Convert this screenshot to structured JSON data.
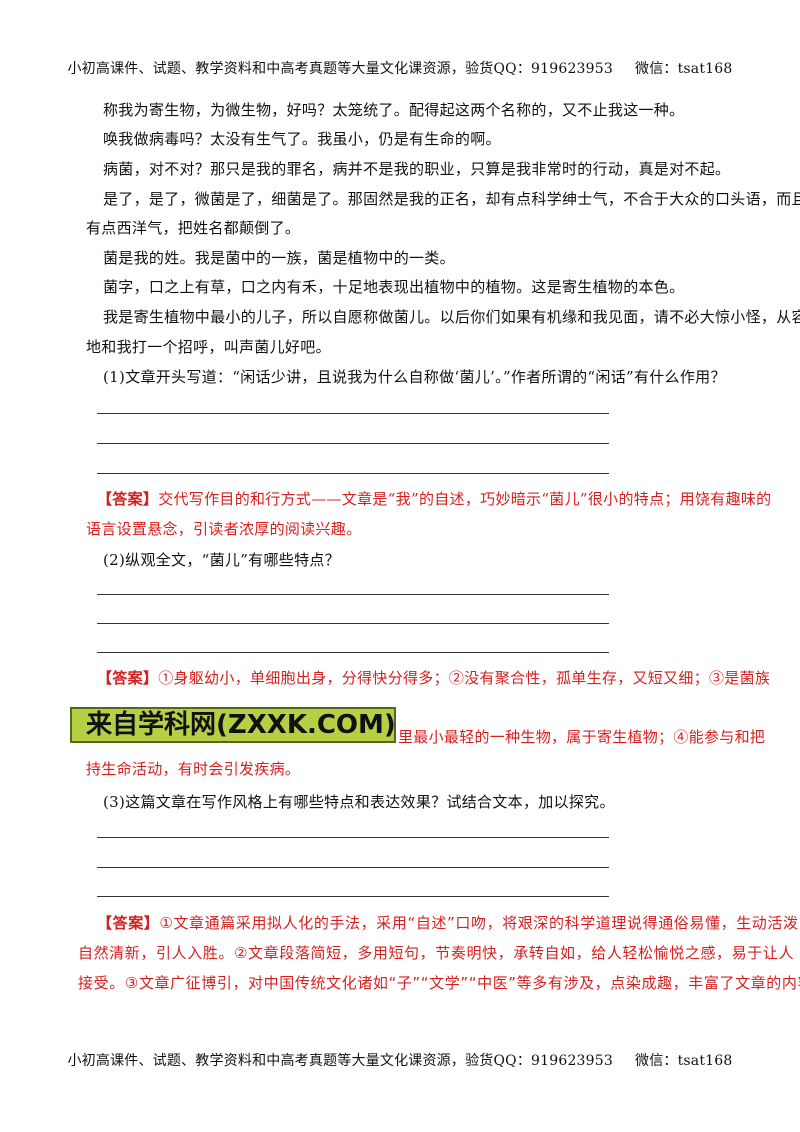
{
  "header": {
    "text": "小初高课件、试题、教学资料和中高考真题等大量文化课资源，验货QQ：919623953",
    "wechat": "微信：tsat168"
  },
  "passage": [
    "称我为寄生物，为微生物，好吗？太笼统了。配得起这两个名称的，又不止我这一种。",
    "唤我做病毒吗？太没有生气了。我虽小，仍是有生命的啊。",
    "病菌，对不对？那只是我的罪名，病并不是我的职业，只算是我非常时的行动，真是对不起。",
    "是了，是了，微菌是了，细菌是了。那固然是我的正名，却有点科学绅士气，不合于大众的口头语，而且还",
    "有点西洋气，把姓名都颠倒了。",
    "菌是我的姓。我是菌中的一族，菌是植物中的一类。",
    "菌字，口之上有草，口之内有禾，十足地表现出植物中的植物。这是寄生植物的本色。",
    "我是寄生植物中最小的儿子，所以自愿称做菌儿。以后你们如果有机缘和我见面，请不必大惊小怪，从容",
    "地和我打一个招呼，叫声菌儿好吧。"
  ],
  "q1": {
    "question": "(1)文章开头写道：“闲话少讲，且说我为什么自称做‘菌儿’。”作者所谓的“闲话”有什么作用？",
    "answer_tag": "【答案】",
    "answer_line1": "交代写作目的和行方式——文章是“我”的自述，巧妙暗示“菌儿”很小的特点；用饶有趣味的",
    "answer_line2": "语言设置悬念，引读者浓厚的阅读兴趣。"
  },
  "q2": {
    "question": "(2)纵观全文，“菌儿”有哪些特点？",
    "answer_tag": "【答案】",
    "answer_line1": "①身躯幼小，单细胞出身，分得快分得多；②没有聚合性，孤单生存，又短又细；③是菌族",
    "answer_line2": "里最小最轻的一种生物，属于寄生植物；④能参与和把",
    "answer_line3": "持生命活动，有时会引发疾病。"
  },
  "watermark_logo": "来自学科网(ZXXK.COM)",
  "q3": {
    "question": "(3)这篇文章在写作风格上有哪些特点和表达效果？试结合文本，加以探究。",
    "answer_tag": "【答案】",
    "answer_line1": "①文章通篇采用拟人化的手法，采用“自述”口吻，将艰深的科学道理说得通俗易懂，生动活泼，",
    "answer_line2": "自然清新，引人入胜。②文章段落简短，多用短句，节奏明快，承转自如，给人轻松愉悦之感，易于让人",
    "answer_line3": "接受。③文章广征博引，对中国传统文化诸如“子”“文学”“中医”等多有涉及，点染成趣，丰富了文章的内容。"
  },
  "colors": {
    "answer": "#d62020",
    "logo_bg": "#b6cf45"
  }
}
